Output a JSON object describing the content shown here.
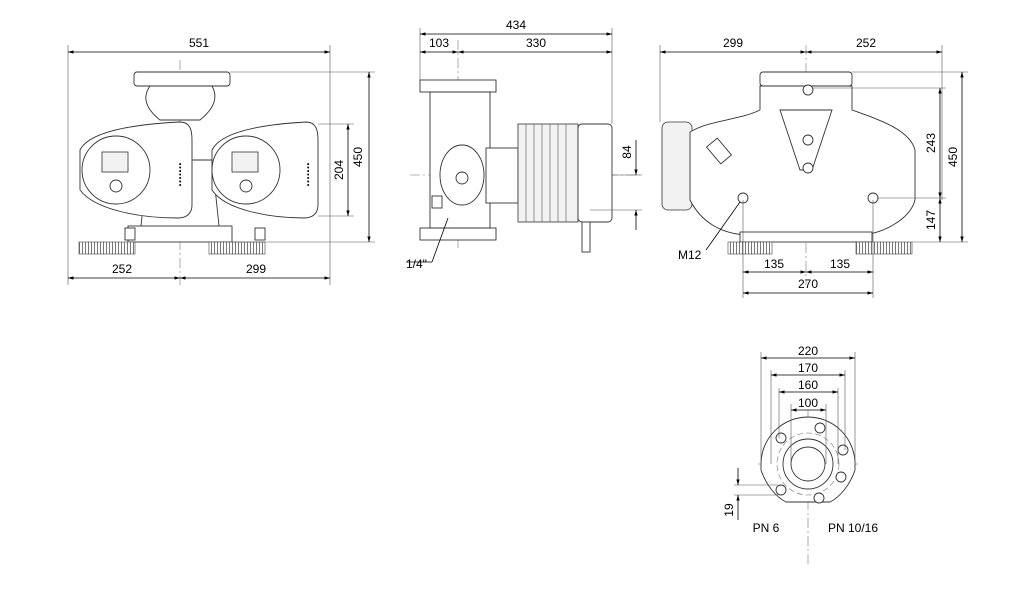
{
  "front_view": {
    "overall_width": "551",
    "height": "450",
    "module_height": "204",
    "left_width": "252",
    "right_width": "299"
  },
  "side_view": {
    "overall_length": "434",
    "flange_offset": "103",
    "motor_length": "330",
    "axis_offset": "84",
    "port_thread": "1/4\""
  },
  "rear_view": {
    "left_width": "299",
    "right_width": "252",
    "height": "450",
    "upper_port_height": "243",
    "lower_port_height": "147",
    "bolt_thread": "M12",
    "left_foot_offset": "135",
    "right_foot_offset": "135",
    "foot_spacing": "270"
  },
  "flange_view": {
    "outer_diameter": "220",
    "bolt_circle_pn10_16": "170",
    "bolt_circle_pn6": "160",
    "nominal_bore": "100",
    "hole_size": "19",
    "label_pn6": "PN 6",
    "label_pn10_16": "PN 10/16"
  }
}
